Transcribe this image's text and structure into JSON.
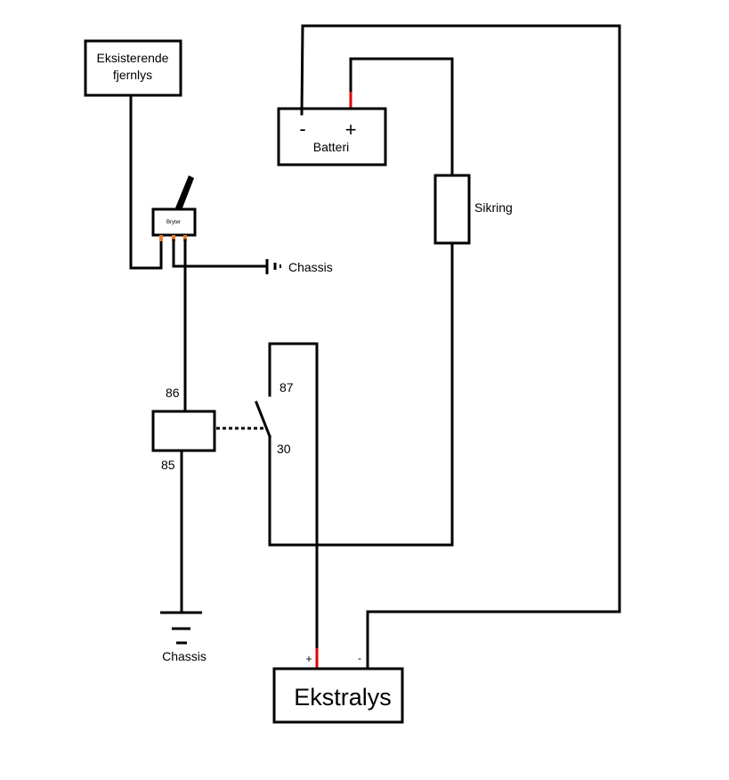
{
  "existing_highbeam": {
    "line1": "Eksisterende",
    "line2": "fjernlys"
  },
  "battery": {
    "label": "Batteri",
    "minus": "-",
    "plus": "+"
  },
  "fuse": {
    "label": "Sikring"
  },
  "switch": {
    "label": "Bryter"
  },
  "chassis_switch": {
    "label": "Chassis"
  },
  "chassis_ground": {
    "label": "Chassis"
  },
  "relay": {
    "pin86": "86",
    "pin85": "85",
    "pin87": "87",
    "pin30": "30"
  },
  "extra_light": {
    "label": "Ekstralys",
    "plus": "+",
    "minus": "-"
  },
  "colors": {
    "positive_wire": "#e00000",
    "switch_pins": "#e87a2c",
    "line": "#000000"
  }
}
